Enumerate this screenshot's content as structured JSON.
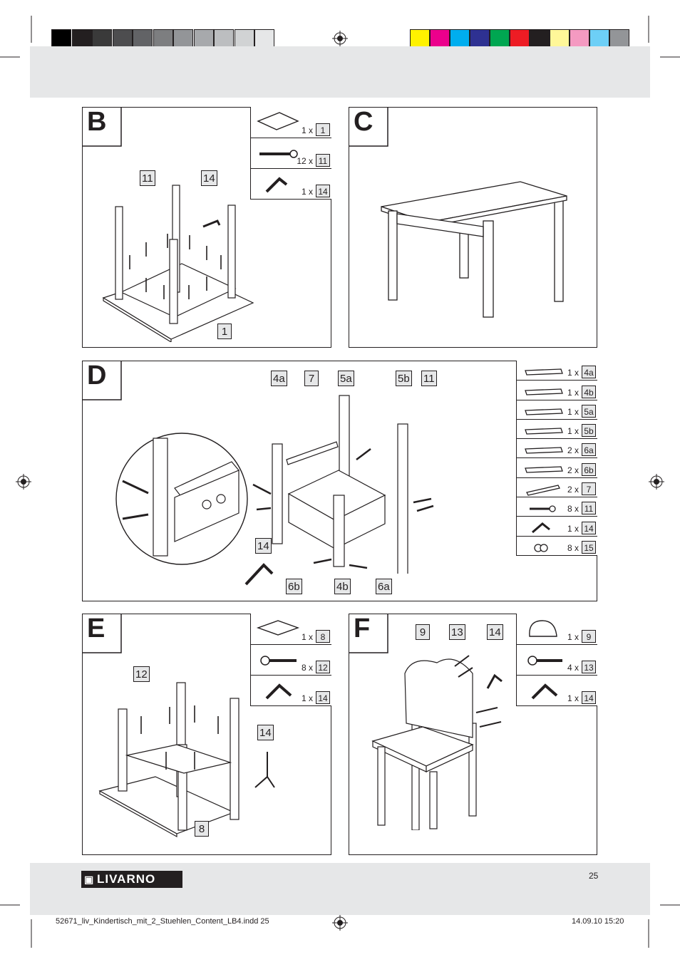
{
  "color_bar": {
    "grays": [
      "#000000",
      "#231f20",
      "#3a3a3a",
      "#4d4d4f",
      "#626366",
      "#7d7e80",
      "#939598",
      "#a7a9ac",
      "#bcbec0",
      "#d1d3d4",
      "#e6e7e8"
    ],
    "colors": [
      "#fff200",
      "#ec008c",
      "#00aeef",
      "#2e3192",
      "#00a651",
      "#ed1c24",
      "#231f20",
      "#fff799",
      "#f49ac1",
      "#6dcff6",
      "#939598"
    ]
  },
  "panels": {
    "b": {
      "letter": "B",
      "callouts": [
        "11",
        "14",
        "1"
      ],
      "parts": [
        {
          "qty": "1 x",
          "num": "1",
          "icon": "tabletop-icon"
        },
        {
          "qty": "12 x",
          "num": "11",
          "icon": "screw-icon"
        },
        {
          "qty": "1 x",
          "num": "14",
          "icon": "allen-key-icon"
        }
      ]
    },
    "c": {
      "letter": "C"
    },
    "d": {
      "letter": "D",
      "callouts": [
        "4a",
        "7",
        "5a",
        "5b",
        "11",
        "14",
        "6b",
        "4b",
        "6a"
      ],
      "parts": [
        {
          "qty": "1 x",
          "num": "4a",
          "icon": "rail-icon"
        },
        {
          "qty": "1 x",
          "num": "4b",
          "icon": "rail-icon"
        },
        {
          "qty": "1 x",
          "num": "5a",
          "icon": "rail-icon"
        },
        {
          "qty": "1 x",
          "num": "5b",
          "icon": "rail-icon"
        },
        {
          "qty": "2 x",
          "num": "6a",
          "icon": "rail-icon"
        },
        {
          "qty": "2 x",
          "num": "6b",
          "icon": "rail-icon"
        },
        {
          "qty": "2 x",
          "num": "7",
          "icon": "dowel-icon"
        },
        {
          "qty": "8 x",
          "num": "11",
          "icon": "screw-icon"
        },
        {
          "qty": "1 x",
          "num": "14",
          "icon": "allen-key-icon"
        },
        {
          "qty": "8 x",
          "num": "15",
          "icon": "cam-nut-icon"
        }
      ]
    },
    "e": {
      "letter": "E",
      "callouts": [
        "12",
        "14",
        "8"
      ],
      "parts": [
        {
          "qty": "1 x",
          "num": "8",
          "icon": "seat-icon"
        },
        {
          "qty": "8 x",
          "num": "12",
          "icon": "screw-icon"
        },
        {
          "qty": "1 x",
          "num": "14",
          "icon": "allen-key-icon"
        }
      ]
    },
    "f": {
      "letter": "F",
      "callouts": [
        "9",
        "13",
        "14"
      ],
      "parts": [
        {
          "qty": "1 x",
          "num": "9",
          "icon": "backrest-icon"
        },
        {
          "qty": "4 x",
          "num": "13",
          "icon": "screw-icon"
        },
        {
          "qty": "1 x",
          "num": "14",
          "icon": "allen-key-icon"
        }
      ]
    }
  },
  "footer": {
    "logo": "LIVARNO",
    "page_number": "25",
    "file_name": "52671_liv_Kindertisch_mit_2_Stuehlen_Content_LB4.indd   25",
    "timestamp": "14.09.10   15:20"
  }
}
